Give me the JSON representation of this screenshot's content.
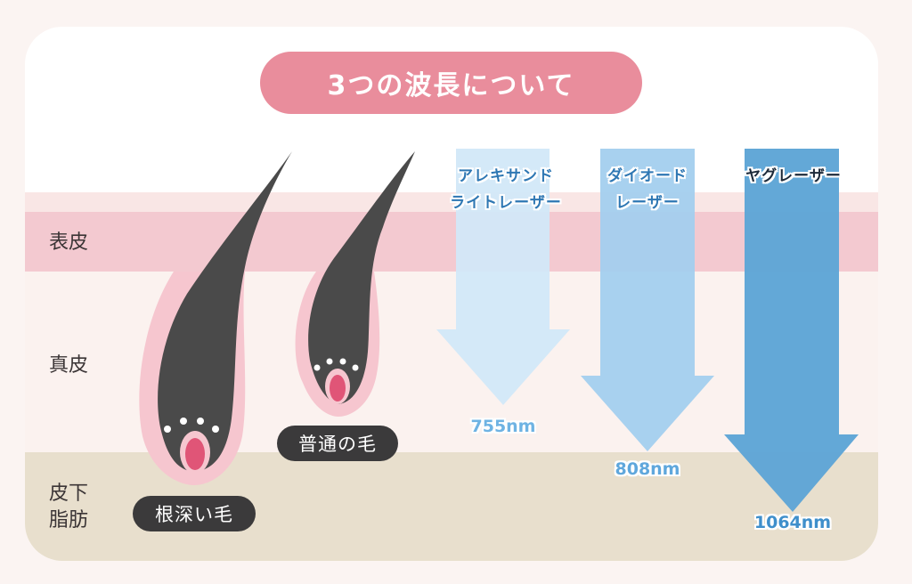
{
  "title": "3つの波長について",
  "colors": {
    "title_pill": "#e98d9c",
    "epidermis": "#f3c9d0",
    "epidermis_top": "#f9e6e5",
    "dermis": "#fbf2ef",
    "subcutaneous": "#e8dfcd",
    "hair": "#4a4a4a",
    "follicle": "#f6c6cf",
    "papilla": "#e05577",
    "arrow_alexandrite": "#d2e8f8",
    "arrow_diode": "#a3cfee",
    "arrow_yag": "#5ea5d6"
  },
  "skin_layers": [
    {
      "label": "表皮"
    },
    {
      "label": "真皮"
    },
    {
      "label": "皮下",
      "label2": "脂肪"
    }
  ],
  "hairs": [
    {
      "label": "根深い毛"
    },
    {
      "label": "普通の毛"
    }
  ],
  "lasers": [
    {
      "name_line1": "アレキサンド",
      "name_line2": "ライトレーザー",
      "wavelength": "755nm",
      "color": "#d2e8f8"
    },
    {
      "name_line1": "ダイオード",
      "name_line2": "レーザー",
      "wavelength": "808nm",
      "color": "#a3cfee"
    },
    {
      "name_line1": "ヤグレーザー",
      "name_line2": "",
      "wavelength": "1064nm",
      "color": "#5ea5d6"
    }
  ]
}
